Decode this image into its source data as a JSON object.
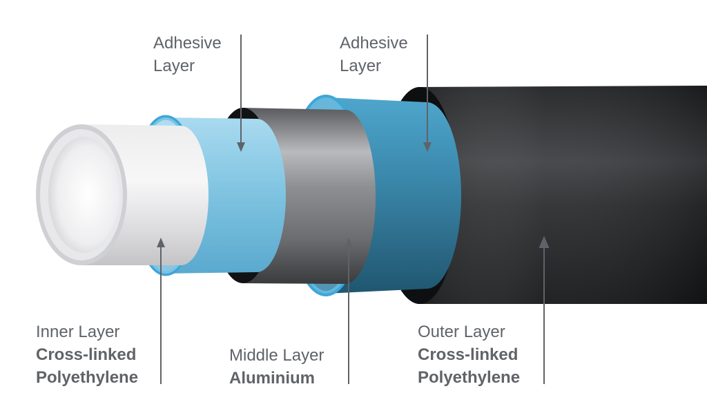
{
  "labels": {
    "adhesive_inner": {
      "line1": "Adhesive",
      "line2": "Layer"
    },
    "adhesive_outer": {
      "line1": "Adhesive",
      "line2": "Layer"
    },
    "inner_layer": {
      "line1": "Inner Layer",
      "line2": "Cross-linked",
      "line3": "Polyethylene"
    },
    "middle_layer": {
      "line1": "Middle Layer",
      "line2": "Aluminium"
    },
    "outer_layer": {
      "line1": "Outer Layer",
      "line2": "Cross-linked",
      "line3": "Polyethylene"
    }
  },
  "colors": {
    "inner_pex": "#e4e4e6",
    "adhesive": "#7ec3e0",
    "adhesive_edge": "#3fa6d8",
    "aluminium": "#8a8b8e",
    "outer_pex": "#2a2b2d",
    "pointer": "#5f6368"
  }
}
